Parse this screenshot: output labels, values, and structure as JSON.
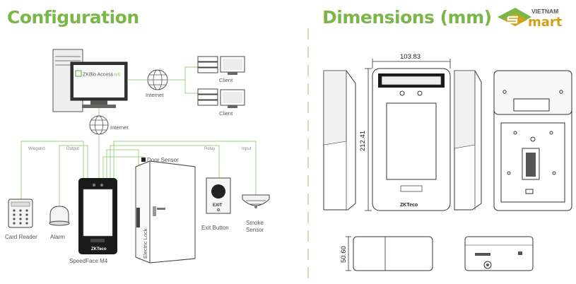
{
  "left_panel": {
    "title": "Configuration",
    "software_label": "ZKBio Access",
    "software_suffix": "IVS",
    "internet_label_top": "Internet",
    "internet_label_mid": "Internet",
    "client_label_1": "Client",
    "client_label_2": "Client",
    "wire_labels": {
      "wiegand": "Wiegand",
      "output": "Output",
      "relay": "Relay",
      "input": "Input"
    },
    "door_sensor_label": "Door Sensor",
    "electric_lock_label": "Electric Lock",
    "exit_button_text": "EXIT",
    "device_brand": "ZKTeco",
    "components": {
      "card_reader": "Card Reader",
      "alarm": "Alarm",
      "speedface": "SpeedFace M4",
      "exit_button": "Exit Button",
      "smoke_sensor_line1": "Smoke",
      "smoke_sensor_line2": "Sensor"
    }
  },
  "right_panel": {
    "title": "Dimensions (mm)",
    "width_value": "103.83",
    "height_value": "212.41",
    "depth_value": "50.60",
    "device_brand": "ZKTeco"
  },
  "logo": {
    "top_text": "VIETNAM",
    "bottom_text": "mart"
  },
  "colors": {
    "accent_green": "#7ab648",
    "logo_gold": "#d4a017",
    "wire_green": "#9fd184"
  }
}
